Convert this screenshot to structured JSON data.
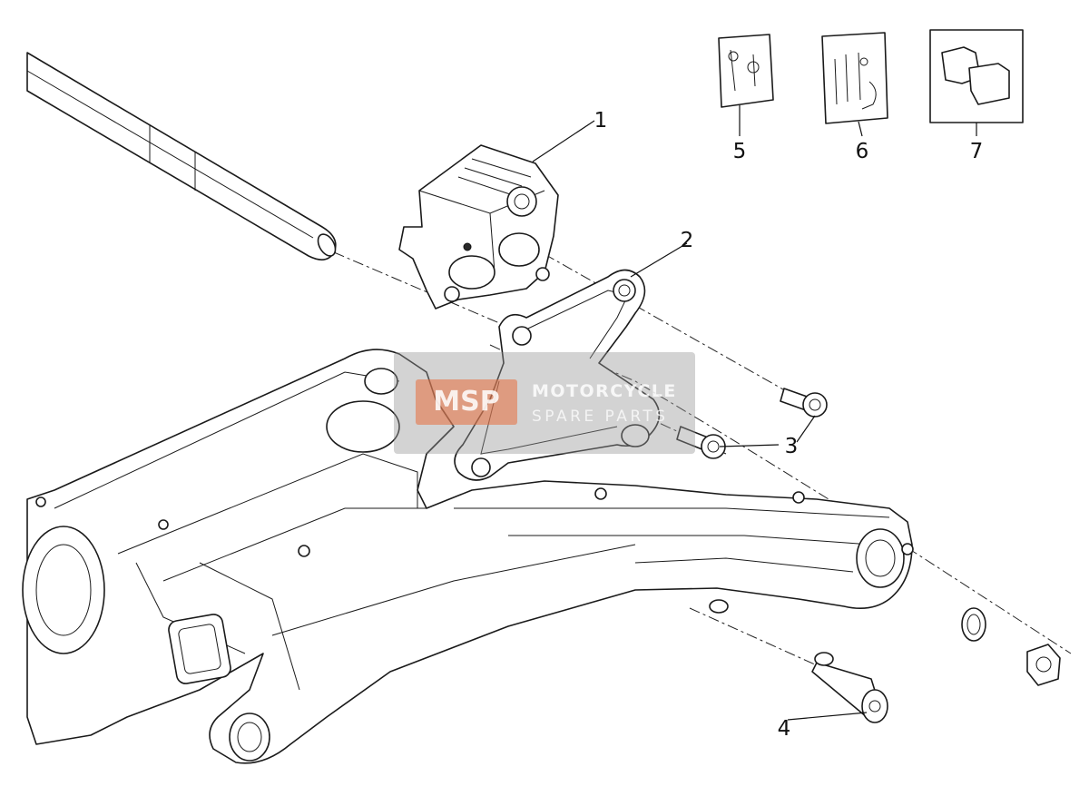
{
  "diagram": {
    "callouts": [
      {
        "id": "1",
        "label": "1"
      },
      {
        "id": "2",
        "label": "2"
      },
      {
        "id": "3",
        "label": "3"
      },
      {
        "id": "4",
        "label": "4"
      },
      {
        "id": "5",
        "label": "5"
      },
      {
        "id": "6",
        "label": "6"
      },
      {
        "id": "7",
        "label": "7"
      }
    ],
    "parts": [
      "caliper-icon",
      "caliper-bracket-icon",
      "flange-bolt-icon",
      "pivot-bolt-icon",
      "pin-kit-bag-icon",
      "seal-kit-bag-icon",
      "brake-pads-icon",
      "swingarm-icon",
      "wheel-axle-icon",
      "washer-icon",
      "nut-icon"
    ]
  },
  "watermark": {
    "logo_text": "MSP",
    "line1": "MOTORCYCLE",
    "line2": "SPARE PARTS"
  },
  "colors": {
    "line": "#1a1a1a",
    "background": "#ffffff",
    "watermark_accent": "#e86e3c"
  }
}
